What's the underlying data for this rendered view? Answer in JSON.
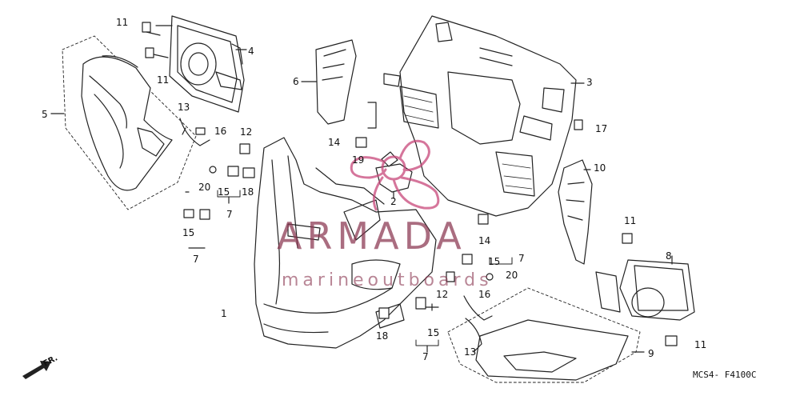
{
  "diagram": {
    "labels": {
      "p1": "1",
      "p2": "2",
      "p3": "3",
      "p4": "4",
      "p5": "5",
      "p6": "6",
      "p7a": "7",
      "p7b": "7",
      "p7c": "7",
      "p7d": "7",
      "p8": "8",
      "p9": "9",
      "p10": "10",
      "p11a": "11",
      "p11b": "11",
      "p11c": "11",
      "p11d": "11",
      "p12a": "12",
      "p12b": "12",
      "p13a": "13",
      "p13b": "13",
      "p14a": "14",
      "p14b": "14",
      "p15a": "15",
      "p15b": "15",
      "p15c": "15",
      "p15d": "15",
      "p16a": "16",
      "p16b": "16",
      "p17": "17",
      "p18a": "18",
      "p18b": "18",
      "p19": "19",
      "p20a": "20",
      "p20b": "20"
    },
    "direction_marker": "FR.",
    "figure_code": "MCS4- F4100C"
  },
  "watermark": {
    "title": "ARMADA",
    "subtitle": "marineoutboards",
    "color": "#8a3550"
  }
}
